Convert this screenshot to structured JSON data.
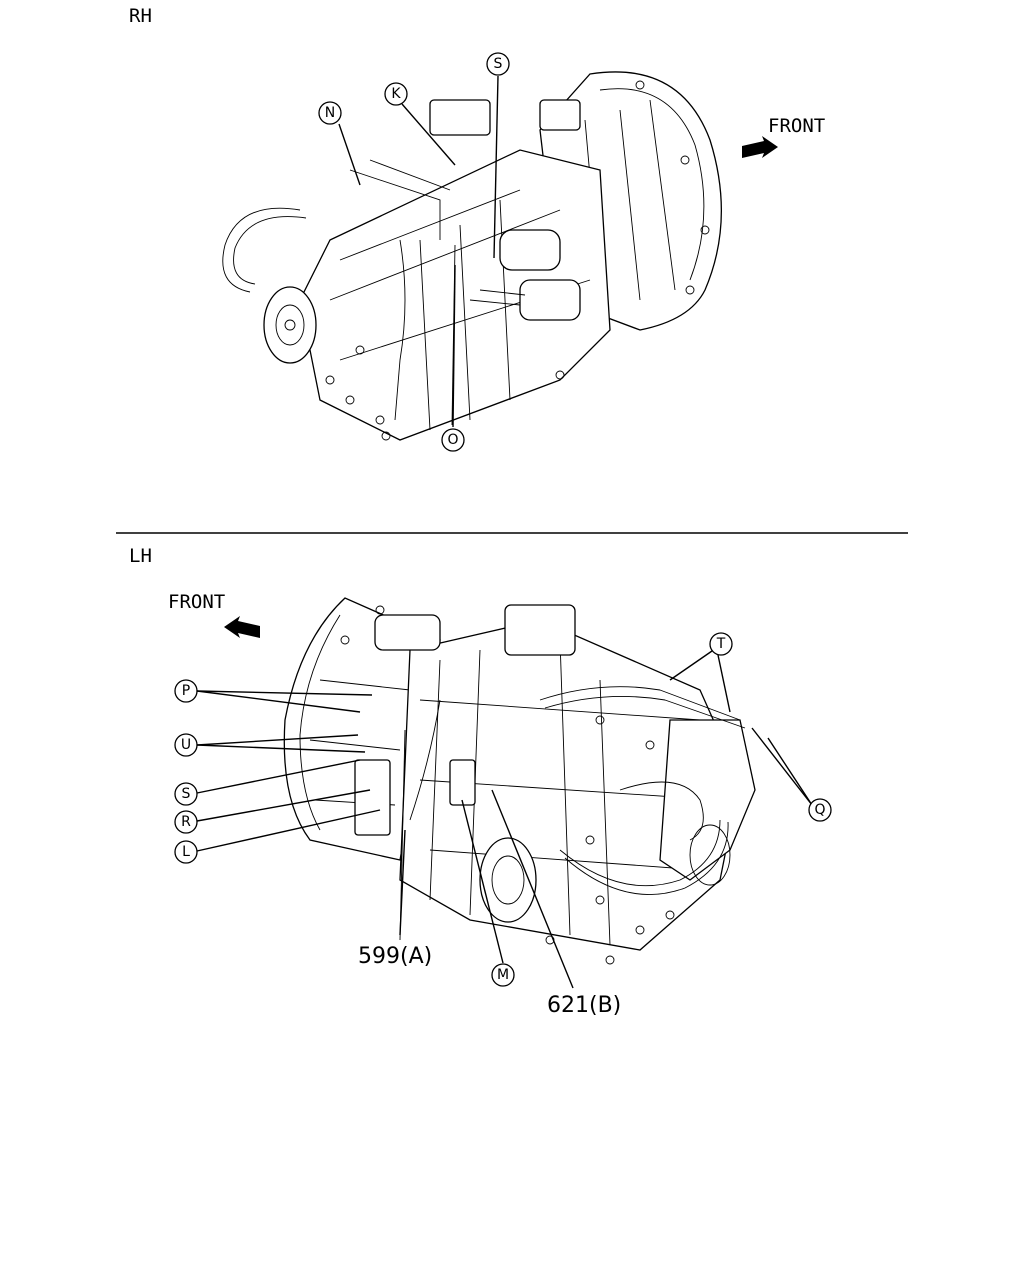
{
  "rh_section": {
    "view_label": "RH",
    "front_label": "FRONT",
    "callouts": [
      "S",
      "K",
      "N",
      "O"
    ]
  },
  "lh_section": {
    "view_label": "LH",
    "front_label": "FRONT",
    "callouts": [
      "T",
      "P",
      "U",
      "S",
      "R",
      "L",
      "Q",
      "M"
    ],
    "part_refs": [
      "599(A)",
      "621(B)"
    ]
  }
}
